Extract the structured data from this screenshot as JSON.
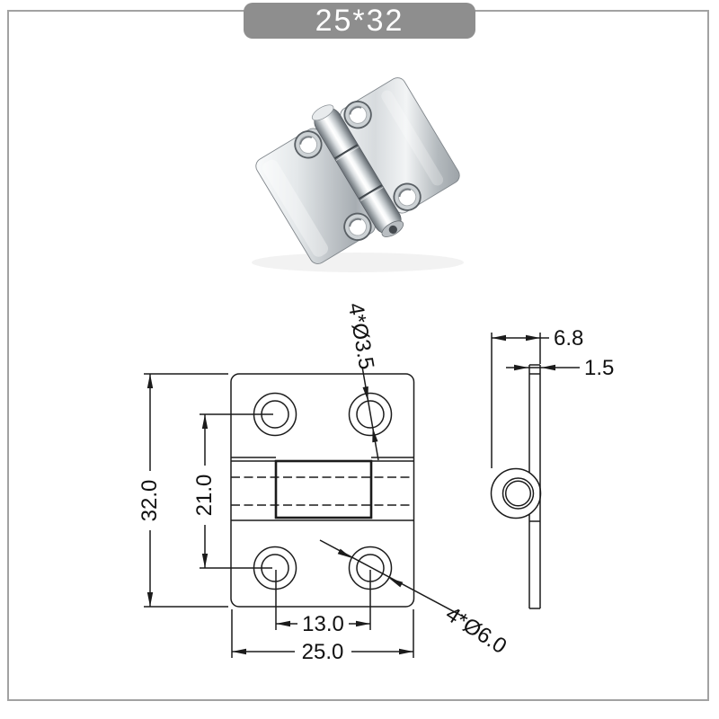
{
  "badge": {
    "label": "25*32"
  },
  "front_view": {
    "overall_width": "25.0",
    "overall_height": "32.0",
    "hole_pitch_horizontal": "13.0",
    "hole_pitch_vertical": "21.0",
    "screw_hole_callout": "4*Ø3.5",
    "countersink_callout": "4*Ø6.0"
  },
  "side_view": {
    "knuckle_depth": "6.8",
    "plate_thickness": "1.5"
  },
  "colors": {
    "badge_bg": "#8e8e8e",
    "frame_border": "#a2a2a2",
    "drawing_line": "#1b1b1b",
    "metal_light": "#fbfcfd",
    "metal_mid": "#c3c8cc",
    "metal_dark": "#6c7278"
  }
}
